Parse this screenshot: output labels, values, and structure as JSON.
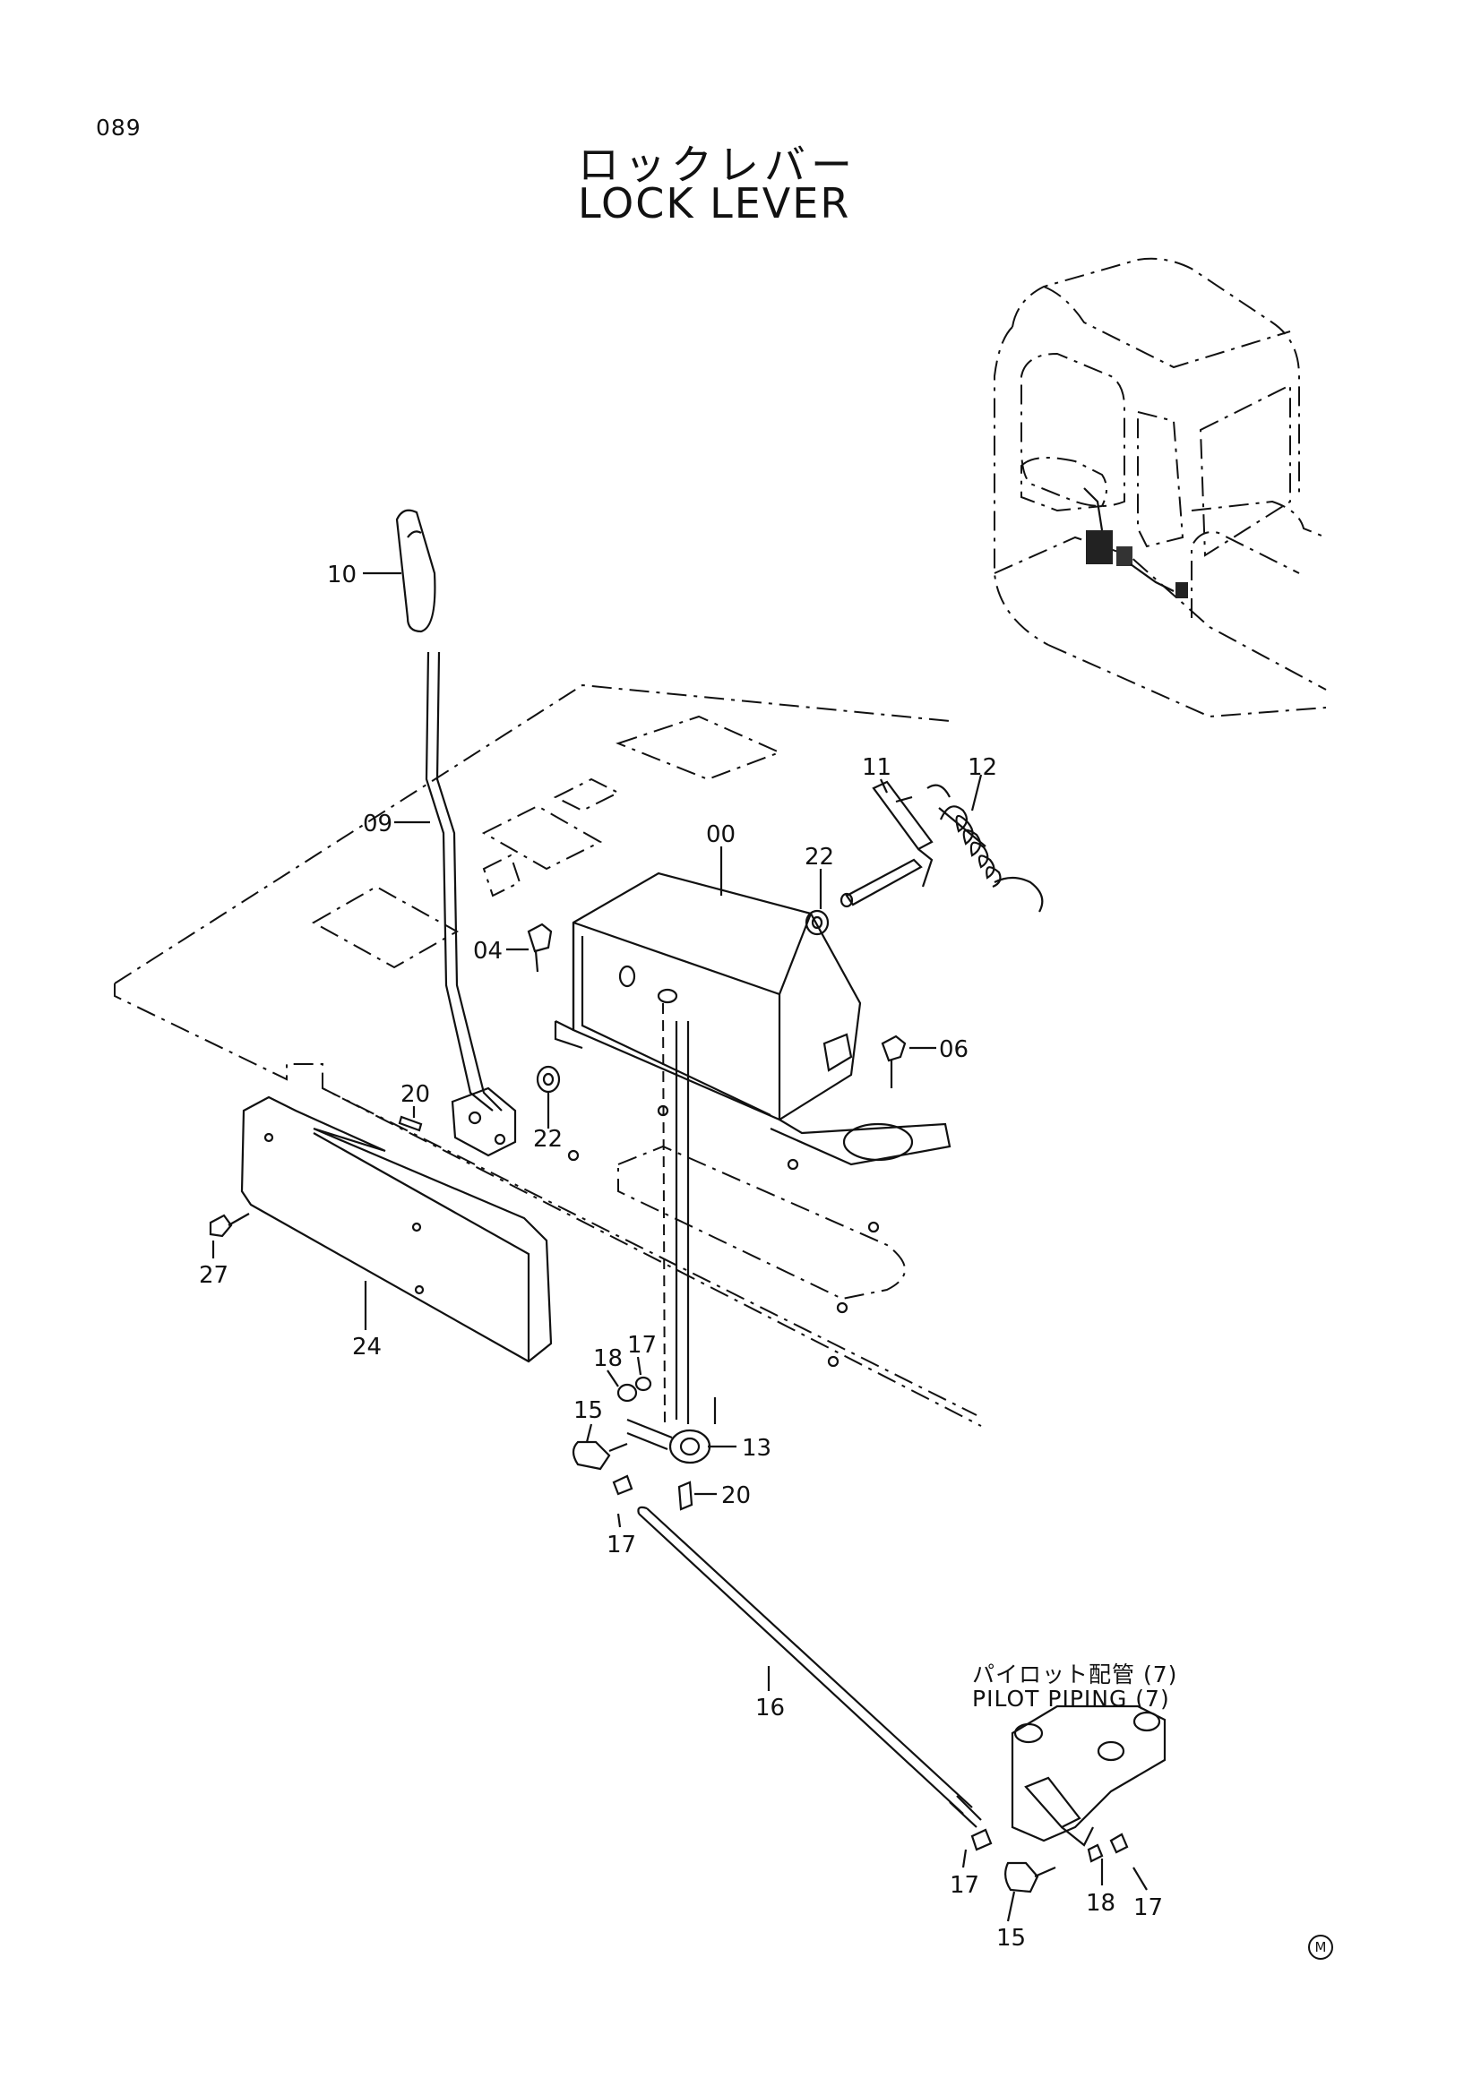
{
  "page_number": "089",
  "title_jp": "ロックレバー",
  "title_en": "LOCK LEVER",
  "reference": {
    "label_jp": "パイロット配管 (7)",
    "label_en": "PILOT PIPING (7)"
  },
  "callouts": {
    "c10": "10",
    "c09": "09",
    "c11": "11",
    "c12": "12",
    "c00": "00",
    "c22a": "22",
    "c04": "04",
    "c06": "06",
    "c20a": "20",
    "c22b": "22",
    "c27": "27",
    "c24": "24",
    "c18a": "18",
    "c17a": "17",
    "c15a": "15",
    "c13": "13",
    "c20b": "20",
    "c17b": "17",
    "c16": "16",
    "c17c": "17",
    "c15b": "15",
    "c18b": "18",
    "c17d": "17"
  },
  "corner_mark": "M"
}
